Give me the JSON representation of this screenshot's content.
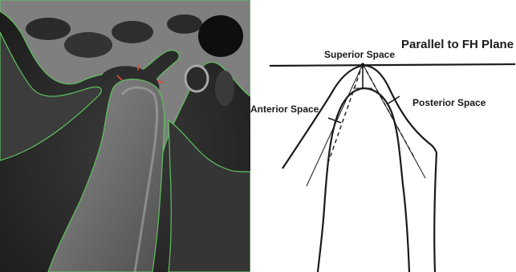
{
  "figure": {
    "left_panel": {
      "description_icon": "ct-scan-image",
      "outline_color": "#5fc25f",
      "measure_mark_color": "#e24a3a"
    },
    "right_panel": {
      "labels": {
        "parallel_plane": "Parallel to FH Plane",
        "superior": "Superior Space",
        "anterior": "Anterior Space",
        "posterior": "Posterior Space"
      },
      "line_color": "#1a1a1a"
    }
  }
}
